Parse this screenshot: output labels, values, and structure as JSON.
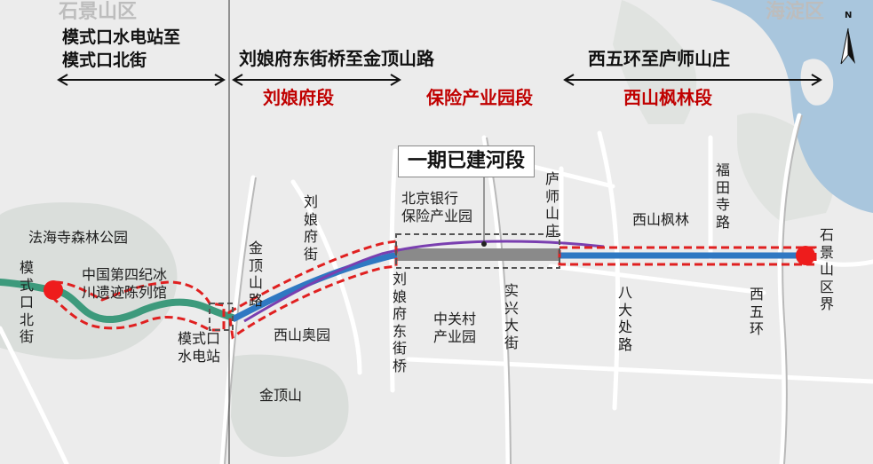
{
  "districts": {
    "west": "石景山区",
    "east": "海淀区"
  },
  "sections": {
    "s1_title": "模式口水电站至\n模式口北街",
    "s2_title": "刘娘府东街桥至金顶山路",
    "s3_title": "西五环至庐师山庄",
    "sub1": "刘娘府段",
    "sub2": "保险产业园段",
    "sub3": "西山枫林段"
  },
  "built_label": "一期已建河段",
  "north_label": "N",
  "places": {
    "fahai": "法海寺森林公园",
    "relic": "中国第四纪冰\n川遗迹陈列馆",
    "bank": "北京银行\n保险产业园",
    "fenglin": "西山枫林",
    "aoyuan": "西山奥园",
    "zgc": "中关村\n产业园",
    "jindingshan": "金顶山",
    "hydro": "模式口\n水电站"
  },
  "roads": {
    "moshikou_n": "模\n式\n口\n北\n街",
    "jinding_rd": "金\n顶\n山\n路",
    "liuniangfu": "刘\n娘\n府\n街",
    "liuniangfu_e": "刘\n娘\n府\n东\n街\n桥",
    "shixing": "实\n兴\n大\n街",
    "lushi": "庐\n师\n山\n庄",
    "futian": "福\n田\n寺\n路",
    "bada": "八\n大\n处\n路",
    "west5": "西\n五\n环",
    "sjs_border": "石\n景\n山\n区\n界"
  },
  "colors": {
    "river_green": "#3d9a7c",
    "river_blue": "#2f78c2",
    "boundary_red": "#e02020",
    "built_purple": "#7a3fb0",
    "built_gray": "#8a8a8a",
    "endpoint_red": "#ee1c1c",
    "water_blue": "#a9c6dd"
  }
}
